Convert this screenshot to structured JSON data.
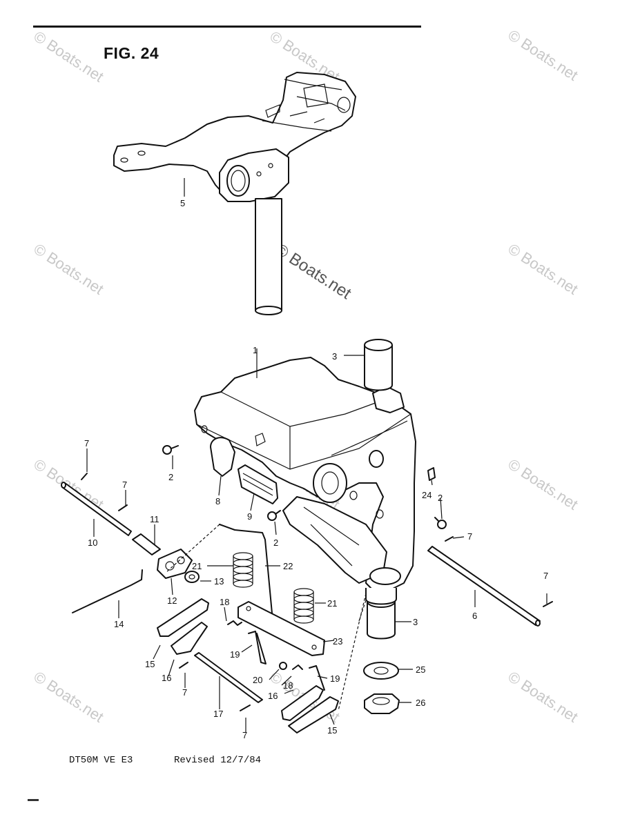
{
  "figure": {
    "title": "FIG. 24"
  },
  "footer": {
    "model": "DT50M VE E3",
    "revision": "Revised 12/7/84"
  },
  "watermarks": {
    "text": "© Boats.net"
  },
  "callouts": [
    "1",
    "2",
    "2",
    "2",
    "3",
    "3",
    "5",
    "6",
    "7",
    "7",
    "7",
    "7",
    "7",
    "7",
    "8",
    "9",
    "10",
    "11",
    "12",
    "13",
    "14",
    "15",
    "15",
    "16",
    "16",
    "17",
    "18",
    "18",
    "19",
    "19",
    "20",
    "21",
    "21",
    "22",
    "23",
    "24",
    "25",
    "26"
  ]
}
